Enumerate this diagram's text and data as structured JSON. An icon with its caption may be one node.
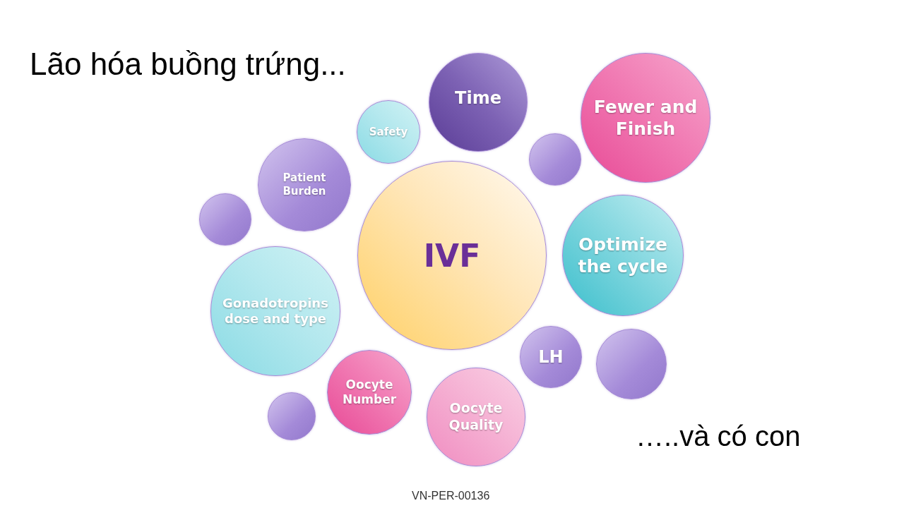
{
  "diagram": {
    "title": "Lão hóa buồng trứng...",
    "nodes": [
      {
        "text": [
          "Time"
        ]
      },
      {
        "text": [
          "Fewer and Finish"
        ]
      },
      {
        "text": [
          "Safety"
        ]
      },
      {
        "text": [],
        "shape": "circle"
      },
      {
        "text": [
          "Patient Burden"
        ]
      },
      {
        "text": [],
        "shape": "circle"
      },
      {
        "text": [
          "IVF"
        ]
      },
      {
        "text": [
          "Optimize the cycle"
        ]
      },
      {
        "text": [
          "Gonadotropins dose and type"
        ]
      },
      {
        "text": [
          "LH"
        ]
      },
      {
        "text": [],
        "shape": "circle"
      },
      {
        "text": [
          "Oocyte Number"
        ]
      },
      {
        "text": [
          "Oocyte Quality"
        ]
      },
      {
        "text": [],
        "shape": "circle"
      }
    ],
    "labels": [
      "…..và có con",
      "VN-PER-00136"
    ]
  }
}
